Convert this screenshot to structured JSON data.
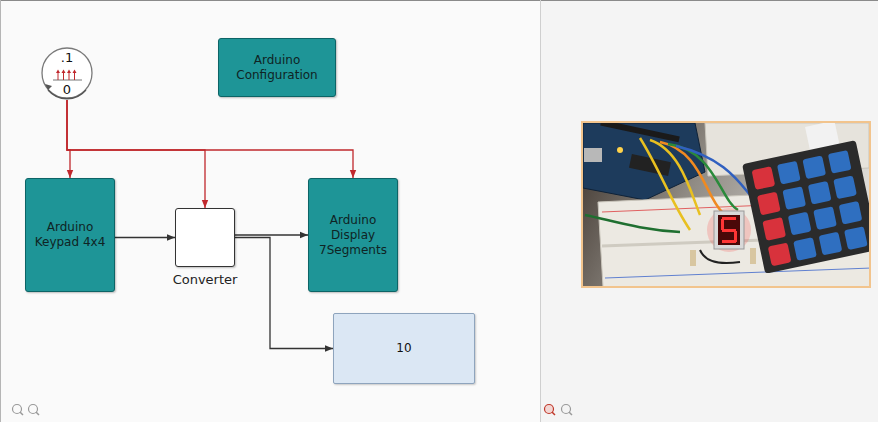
{
  "diagram": {
    "nodes": [
      {
        "text": [
          ".1",
          "0"
        ]
      },
      {
        "text": [
          "Arduino Configuration"
        ]
      },
      {
        "text": [
          "Arduino Keypad 4x4"
        ]
      },
      {
        "text": [
          "Converter"
        ]
      },
      {
        "text": [
          "Arduino Display 7Segments"
        ]
      },
      {
        "text": [
          "10"
        ]
      }
    ],
    "edges": [
      {
        "from": 0,
        "to": 2,
        "arrow": "to"
      },
      {
        "from": 0,
        "to": 3,
        "arrow": "to"
      },
      {
        "from": 0,
        "to": 4,
        "arrow": "to"
      },
      {
        "from": 2,
        "to": 3,
        "arrow": "to"
      },
      {
        "from": 3,
        "to": 4,
        "arrow": "to"
      },
      {
        "from": 3,
        "to": 5,
        "arrow": "to"
      }
    ]
  }
}
